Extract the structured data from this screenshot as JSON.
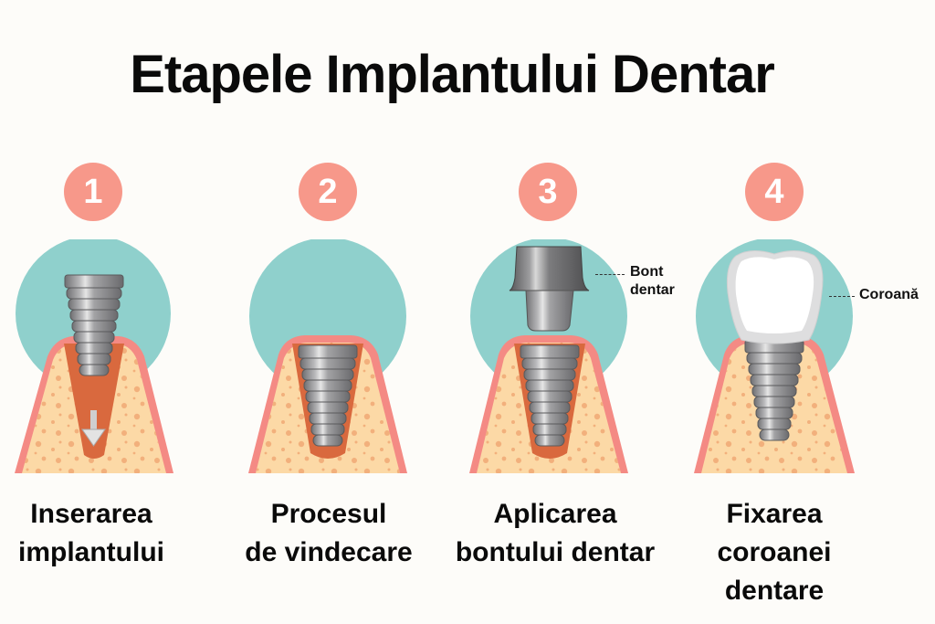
{
  "title": "Etapele Implantului Dentar",
  "colors": {
    "badge": "#f7988a",
    "gum_circle": "#8fd0cc",
    "gingiva": "#f48a84",
    "bone": "#fcd9a6",
    "bone_dots": "#f2b07c",
    "socket": "#d9693e",
    "titanium": "#9a9a9c",
    "crown": "#ffffff"
  },
  "steps": [
    {
      "number": "1",
      "caption_line1": "Inserarea",
      "caption_line2": "implantului",
      "caption_line3": "",
      "icon": "implant-insertion-icon"
    },
    {
      "number": "2",
      "caption_line1": "Procesul",
      "caption_line2": "de vindecare",
      "caption_line3": "",
      "icon": "implant-healing-icon"
    },
    {
      "number": "3",
      "caption_line1": "Aplicarea",
      "caption_line2": "bontului dentar",
      "caption_line3": "",
      "icon": "abutment-icon",
      "callout": {
        "line1": "Bont",
        "line2": "dentar"
      }
    },
    {
      "number": "4",
      "caption_line1": "Fixarea",
      "caption_line2": "coroanei",
      "caption_line3": "dentare",
      "icon": "crown-icon",
      "callout": {
        "line1": "Coroană"
      }
    }
  ]
}
